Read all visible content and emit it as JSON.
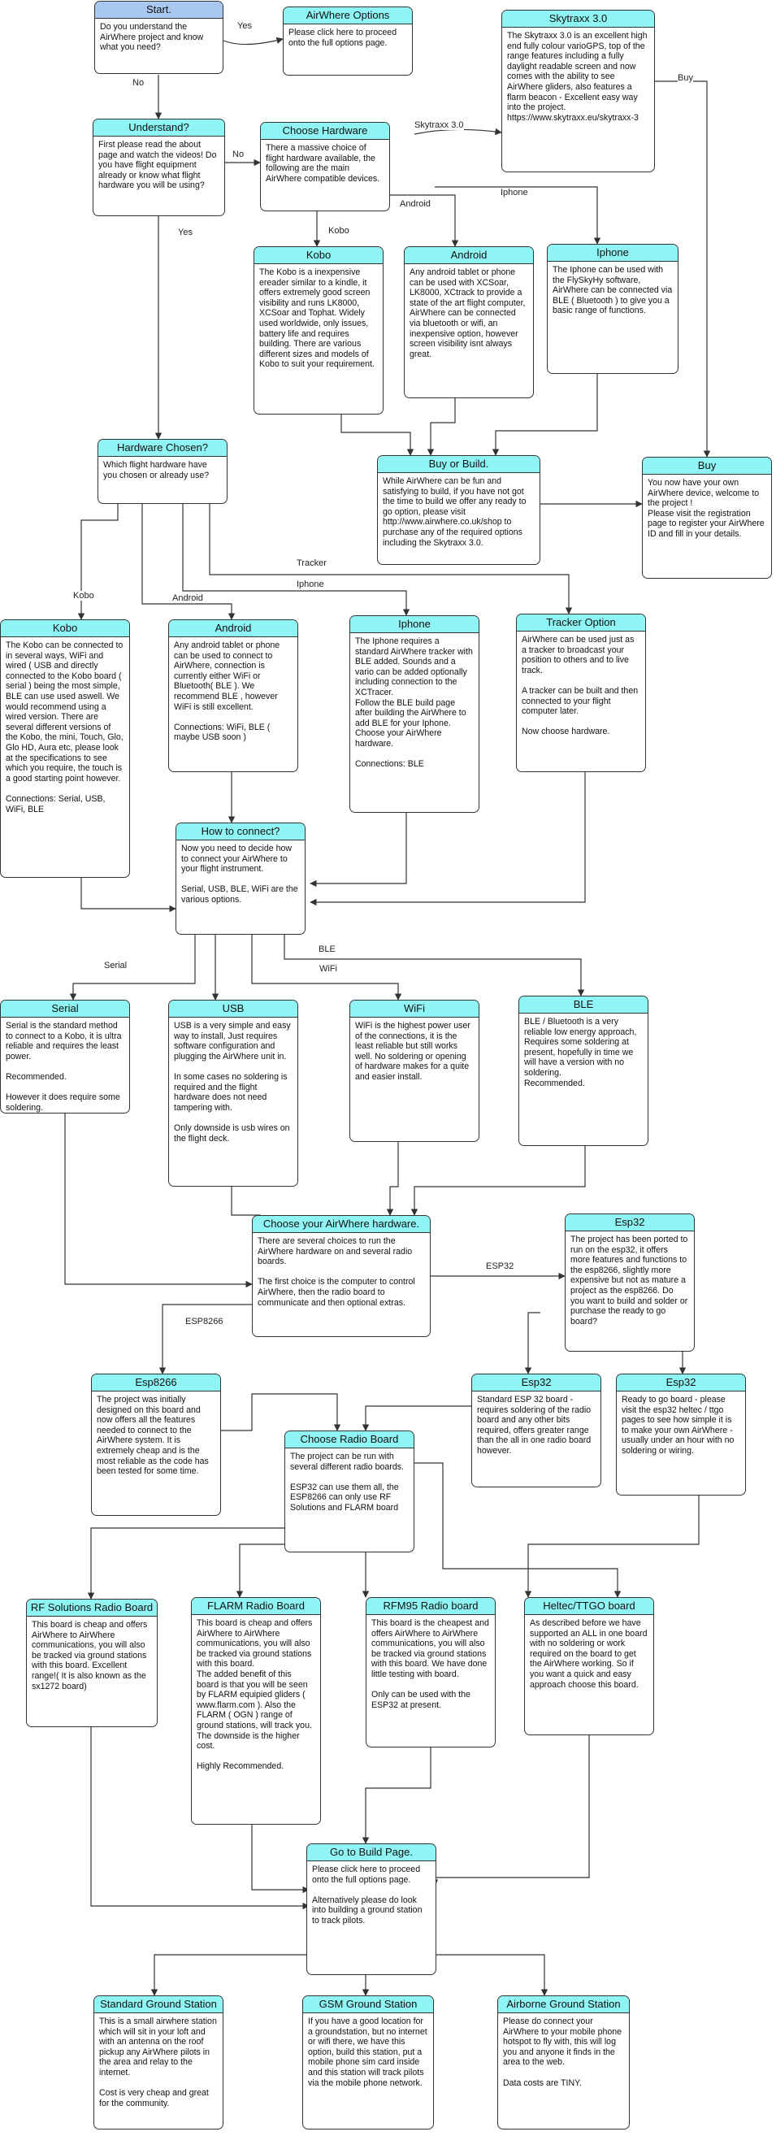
{
  "nodes": {
    "start": {
      "title": "Start.",
      "text": "Do you understand the AirWhere project and know what you need?"
    },
    "airwhere_options": {
      "title": "AirWhere Options",
      "text": "Please click here to proceed onto the full options page."
    },
    "skytraxx": {
      "title": "Skytraxx 3.0",
      "text": "The Skytraxx 3.0 is an excellent high end fully colour varioGPS, top of the range features including a fully daylight readable screen and now comes with the ability to see AirWhere gliders, also features a flarm beacon - Excellent easy way into the project. https://www.skytraxx.eu/skytraxx-3"
    },
    "understand": {
      "title": "Understand?",
      "text": "First please read the about page and watch the videos! Do you have flight equipment already or know what flight hardware you will be using?"
    },
    "choose_hw": {
      "title": "Choose Hardware",
      "text": "There a massive choice of flight hardware available, the following are the main AirWhere compatible devices."
    },
    "kobo1": {
      "title": "Kobo",
      "text": "The Kobo is a inexpensive ereader similar to a kindle, it offers extremely good screen visibility and runs LK8000, XCSoar and Tophat. Widely used worldwide, only issues, battery life and requires building. There are various different sizes and models of Kobo to suit your requirement."
    },
    "android1": {
      "title": "Android",
      "text": "Any android tablet or phone can be used with XCSoar, LK8000, XCtrack to provide a state of the art flight computer, AirWhere can be connected via bluetooth or wifi, an inexpensive option, however screen visibility isnt always great."
    },
    "iphone1": {
      "title": "Iphone",
      "text": "The Iphone can be used with the FlySkyHy software, AirWhere can be connected via BLE ( Bluetooth ) to give you a basic range of functions."
    },
    "hw_chosen": {
      "title": "Hardware Chosen?",
      "text": "Which flight hardware have you chosen or already use?"
    },
    "buy_build": {
      "title": "Buy or Build.",
      "text": "While AirWhere can be fun and satisfying to build, if you have not got the time to build we offer any ready to go option, please visit http://www.airwhere.co.uk/shop to purchase any of the required options including the Skytraxx 3.0."
    },
    "buy": {
      "title": "Buy",
      "text": "You now have  your own AirWhere device, welcome to the project !\nPlease visit the registration page to register your AirWhere ID and fill in your details."
    },
    "kobo2": {
      "title": "Kobo",
      "text": "The Kobo can be connected to in several ways, WiFi and wired ( USB and directly connected to the Kobo board ( serial ) being the most simple, BLE can use used aswell. We would recommend using a wired version. There are several different versions of the Kobo, the mini, Touch, Glo, Glo HD, Aura etc, please look at the specifications to see which you require, the touch is a good starting point however.\n\nConnections: Serial, USB, WiFi, BLE"
    },
    "android2": {
      "title": "Android",
      "text": "Any android tablet or phone can be used to connect to AirWhere, connection is currently either WiFi or Bluetooth( BLE ). We recommend BLE , however WiFi is still excellent.\n\nConnections: WiFi, BLE ( maybe USB soon )"
    },
    "iphone2": {
      "title": "Iphone",
      "text": "The Iphone requires a standard AirWhere tracker with BLE added. Sounds and a vario can be added optionally including connection to the XCTracer.\nFollow the BLE  build page after building the AirWhere to add BLE for your Iphone.\nChoose your AirWhere hardware.\n\nConnections:  BLE"
    },
    "tracker": {
      "title": "Tracker Option",
      "text": "AirWhere can be used just as a tracker to broadcast your position to others and to live track.\n\nA tracker can be built and then connected to your flight computer later.\n\nNow choose hardware."
    },
    "how_connect": {
      "title": "How to connect?",
      "text": "Now you need to decide how to connect your AirWhere to your flight instrument.\n\nSerial, USB, BLE, WiFi are the various options."
    },
    "serial": {
      "title": "Serial",
      "text": "Serial is the standard method to connect to a Kobo, it is ultra reliable and requires the least power.\n\nRecommended.\n\nHowever it does require some soldering."
    },
    "usb": {
      "title": "USB",
      "text": "USB is a very simple and easy way to install, Just requires software configuration and plugging the AirWhere unit in.\n\nIn some cases no soldering is required and the flight hardware does not need tampering with.\n\nOnly downside is usb wires on the flight deck."
    },
    "wifi": {
      "title": "WiFi",
      "text": "WiFi is the highest power user of the connections, it is the least reliable but still works well. No soldering or opening of hardware makes for a quite and easier install."
    },
    "ble": {
      "title": "BLE",
      "text": "BLE / Bluetooth is a very reliable low energy approach, Requires some soldering at present, hopefully in time we will have a version with no soldering.\nRecommended."
    },
    "choose_aw_hw": {
      "title": "Choose your AirWhere hardware.",
      "text": "There are several choices to run the AirWhere hardware on and several radio boards.\n\nThe first choice is the computer to control AirWhere, then the radio board to communicate and then optional extras."
    },
    "esp32_main": {
      "title": "Esp32",
      "text": "The project has been ported to run on the esp32, it offers more features and functions to the esp8266, slightly more expensive but not as mature a project as the esp8266. Do you want to build and solder or purchase the ready to go board?"
    },
    "esp8266": {
      "title": "Esp8266",
      "text": "The project was initially designed on this board and now offers all the features needed to connect to the AirWhere system. It is extremely cheap and is the most reliable as the code has been tested for some time."
    },
    "esp32_std": {
      "title": "Esp32",
      "text": "Standard ESP 32 board - requires soldering of the radio board and any other bits required, offers greater range than the all in one radio board however."
    },
    "esp32_rtg": {
      "title": "Esp32",
      "text": "Ready to go board - please visit the esp32 heltec / ttgo pages to see how simple it is to make your own AirWhere - usually under an hour with no soldering or wiring."
    },
    "choose_radio": {
      "title": "Choose Radio Board",
      "text": "The project can be run with several different radio boards.\n\nESP32 can use them all, the ESP8266 can only use RF Solutions and FLARM board"
    },
    "rf_solutions": {
      "title": "RF Solutions Radio Board",
      "text": "This board is cheap and offers AirWhere to AirWhere communications, you will also be tracked via ground stations with this board. Excellent range!( It is also known as the sx1272 board)"
    },
    "flarm": {
      "title": "FLARM Radio Board",
      "text": "This board is cheap and offers AirWhere to AirWhere communications, you will also be tracked via ground stations with this board.\nThe added benefit of this board is that you will be seen by FLARM equipied gliders ( www.flarm.com ). Also the FLARM ( OGN ) range of ground stations, will track you. The downside is the higher cost.\n\nHighly Recommended."
    },
    "rfm95": {
      "title": "RFM95 Radio board",
      "text": "This board is the cheapest and offers AirWhere to AirWhere communications, you will also be tracked via ground stations with this board. We have done little testing with board.\n\nOnly can be used with the ESP32 at present."
    },
    "heltec": {
      "title": "Heltec/TTGO board",
      "text": "As described before we have supported an ALL in one board with no soldering or work required on the board to get the AirWhere working. So if you want a quick and easy approach choose this board."
    },
    "build_page": {
      "title": "Go to Build Page.",
      "text": "Please click here to proceed onto the full options page.\n\nAlternatively please do look into building a ground station to track pilots."
    },
    "standard_gs": {
      "title": "Standard Ground Station",
      "text": "This is a small airwhere station which will sit in your loft and with an antenna on the roof pickup any AirWhere pilots in the area and relay to the internet.\n\nCost is very cheap and great for the community."
    },
    "gsm_gs": {
      "title": "GSM Ground Station",
      "text": "If you have a good location for a groundstation, but no internet or wifi there, we have this option, build this station, put a mobile phone sim card inside and this station will track pilots via the mobile phone network."
    },
    "airborne_gs": {
      "title": "Airborne Ground Station",
      "text": "Please do connect your AirWhere to your mobile phone hotspot to fly with, this will log you and anyone it finds in the area to the web.\n\nData costs are TINY."
    }
  },
  "edge_labels": {
    "yes1": "Yes",
    "no1": "No",
    "buy": "Buy",
    "skytraxx": "Skytraxx 3.0",
    "no2": "No",
    "android": "Android",
    "iphone": "Iphone",
    "kobo": "Kobo",
    "yes2": "Yes",
    "kobo2": "Kobo",
    "android2": "Android",
    "iphone2": "Iphone",
    "tracker": "Tracker",
    "serial": "Serial",
    "ble": "BLE",
    "wifi": "WiFi",
    "esp32": "ESP32",
    "esp8266": "ESP8266"
  },
  "colors": {
    "header": "#8ff4f4",
    "start_header": "#a9c8f0",
    "border": "#333333",
    "line": "#333333"
  }
}
